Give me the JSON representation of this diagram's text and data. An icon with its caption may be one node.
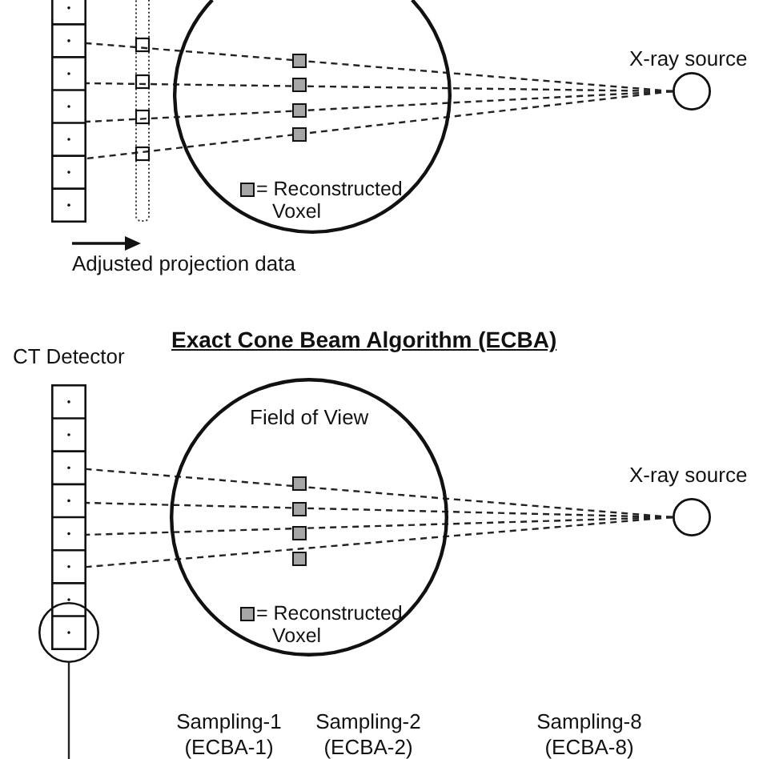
{
  "diagram": {
    "title": "Exact Cone Beam Algorithm (ECBA)",
    "nodes": [
      {
        "text": [],
        "shape": "bar"
      },
      {
        "text": [
          "X-ray source"
        ]
      },
      {
        "text": [
          "CT Detector"
        ]
      },
      {
        "text": [
          "X-ray source"
        ]
      },
      {
        "text": [],
        "shape": "circle"
      }
    ],
    "edges": [
      {
        "from": 1,
        "to": 0,
        "arrow": "none",
        "style": "dashed"
      },
      {
        "from": 1,
        "to": 0,
        "arrow": "none",
        "style": "dashed"
      },
      {
        "from": 1,
        "to": 0,
        "arrow": "none",
        "style": "dashed"
      },
      {
        "from": 1,
        "to": 0,
        "arrow": "none",
        "style": "dashed"
      },
      {
        "from": 3,
        "to": 2,
        "arrow": "none",
        "style": "dashed"
      },
      {
        "from": 3,
        "to": 2,
        "arrow": "none",
        "style": "dashed"
      },
      {
        "from": 3,
        "to": 2,
        "arrow": "none",
        "style": "dashed"
      },
      {
        "from": 3,
        "to": 2,
        "arrow": "none",
        "style": "dashed"
      },
      {
        "from": 4,
        "to": null,
        "arrow": "none"
      }
    ],
    "labels": [
      "Adjusted projection data",
      "Field of View",
      "Sampling-1 (ECBA-1)",
      "Sampling-2 (ECBA-2)",
      "Sampling-8 (ECBA-8)"
    ],
    "legend": [
      {
        "text": "= Reconstructed Voxel",
        "color": "#a6a6a6"
      },
      {
        "text": "= Reconstructed Voxel",
        "color": "#a6a6a6"
      }
    ]
  }
}
